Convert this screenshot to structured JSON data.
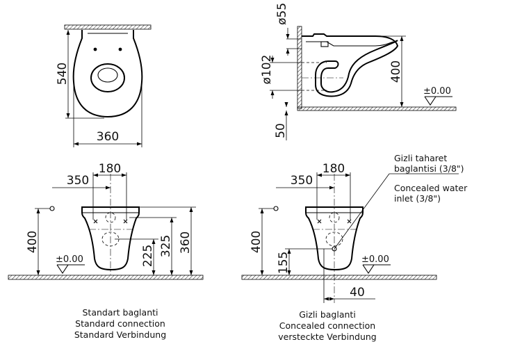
{
  "views": {
    "front_top": {
      "dim_height": "540",
      "dim_width": "360"
    },
    "side": {
      "dim_supply": "ø55",
      "dim_outlet": "ø102",
      "dim_height": "400",
      "dim_floor": "50",
      "level": "±0.00"
    },
    "standard": {
      "dim_spacing": "180",
      "dim_offset": "350",
      "dim_height_left": "400",
      "dim_225": "225",
      "dim_325": "325",
      "dim_360": "360",
      "level": "±0.00",
      "caption": [
        "Standart baglanti",
        "Standard connection",
        "Standard Verbindung"
      ]
    },
    "concealed": {
      "dim_spacing": "180",
      "dim_offset": "350",
      "dim_height_left": "400",
      "dim_155": "155",
      "dim_40": "40",
      "level": "±0.00",
      "callout": [
        "Gizli taharet",
        "baglantisi (3/8\")",
        "Concealed water",
        "inlet (3/8\")"
      ],
      "caption": [
        "Gizli baglanti",
        "Concealed connection",
        "versteckte Verbindung"
      ]
    }
  }
}
